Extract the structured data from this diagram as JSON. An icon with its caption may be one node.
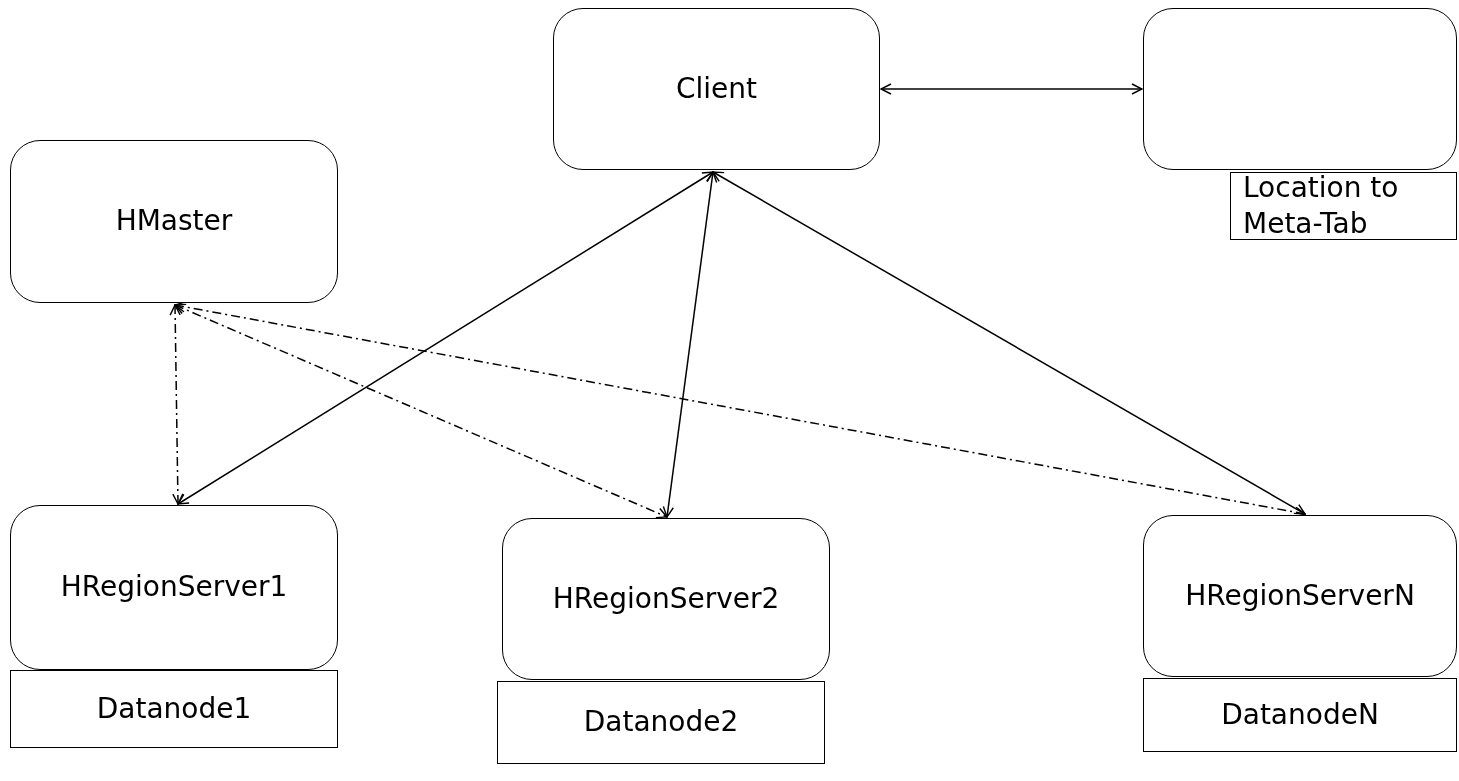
{
  "diagram": {
    "nodes": [
      {
        "text": [
          "Client"
        ]
      },
      {
        "text": [],
        "shape": "box"
      },
      {
        "text": [
          "Location to Meta-Tab"
        ]
      },
      {
        "text": [
          "HMaster"
        ]
      },
      {
        "text": [
          "HRegionServer1"
        ]
      },
      {
        "text": [
          "HRegionServer2"
        ]
      },
      {
        "text": [
          "HRegionServerN"
        ]
      },
      {
        "text": [
          "Datanode1"
        ]
      },
      {
        "text": [
          "Datanode2"
        ]
      },
      {
        "text": [
          "DatanodeN"
        ]
      }
    ],
    "edges": [
      {
        "from": 0,
        "to": 1,
        "arrow": "both"
      },
      {
        "from": 0,
        "to": 4,
        "arrow": "both"
      },
      {
        "from": 0,
        "to": 5,
        "arrow": "both"
      },
      {
        "from": 0,
        "to": 6,
        "arrow": "both"
      },
      {
        "from": 3,
        "to": 4,
        "arrow": "both",
        "style": "dashed"
      },
      {
        "from": 3,
        "to": 5,
        "arrow": "both",
        "style": "dashed"
      },
      {
        "from": 3,
        "to": 6,
        "arrow": "both",
        "style": "dashed"
      }
    ]
  }
}
